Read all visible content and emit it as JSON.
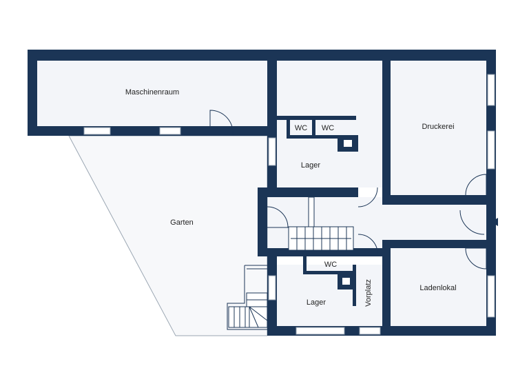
{
  "rooms": {
    "maschinenraum": "Maschinenraum",
    "wc1": "WC",
    "wc2": "WC",
    "druckerei": "Druckerei",
    "lager_upper": "Lager",
    "garten": "Garten",
    "wc3": "WC",
    "lager_lower": "Lager",
    "vorplatz": "Vorplatz",
    "ladenlokal": "Ladenlokal"
  },
  "colors": {
    "wall": "#1b3556",
    "floor": "#f3f5f9"
  }
}
